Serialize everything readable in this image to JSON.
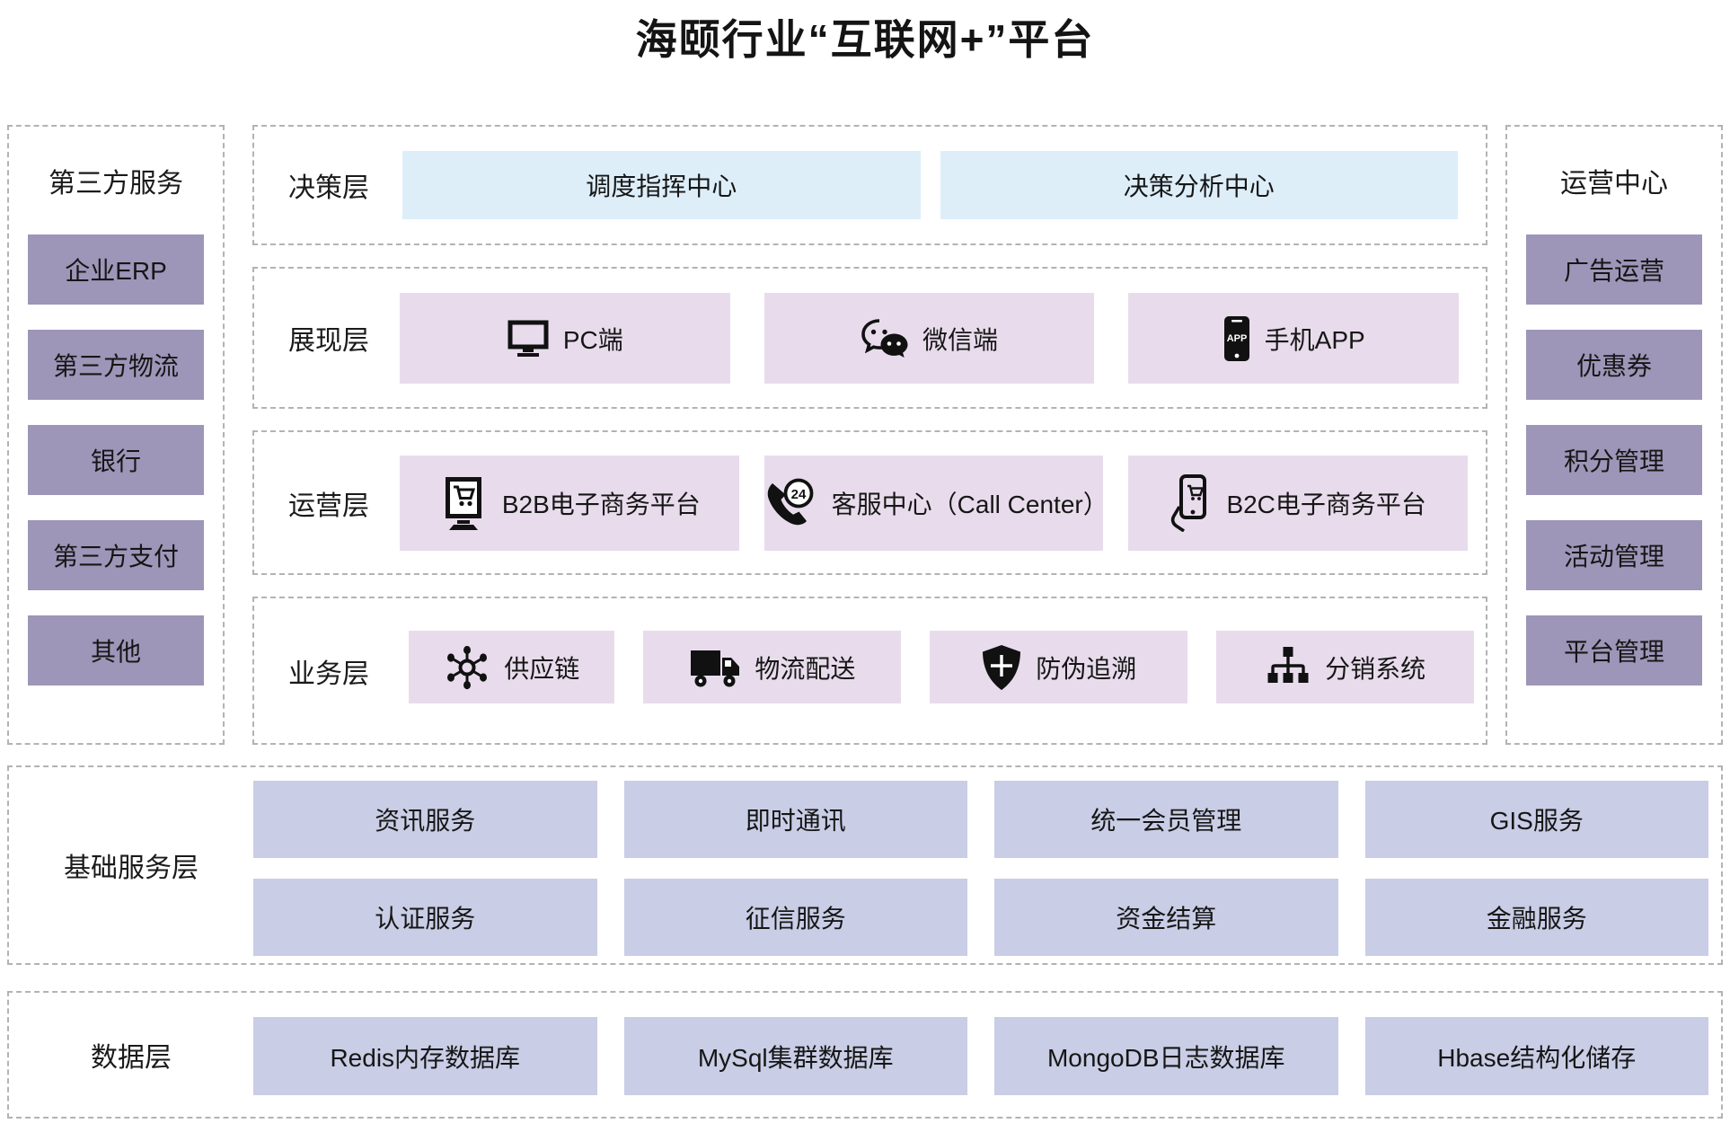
{
  "title": "海颐行业“互联网+”平台",
  "left_panel": {
    "header": "第三方服务",
    "items": [
      {
        "label": "企业ERP"
      },
      {
        "label": "第三方物流"
      },
      {
        "label": "银行"
      },
      {
        "label": "第三方支付"
      },
      {
        "label": "其他"
      }
    ]
  },
  "right_panel": {
    "header": "运营中心",
    "items": [
      {
        "label": "广告运营"
      },
      {
        "label": "优惠券"
      },
      {
        "label": "积分管理"
      },
      {
        "label": "活动管理"
      },
      {
        "label": "平台管理"
      }
    ]
  },
  "layers": [
    {
      "name": "决策层",
      "items": [
        {
          "label": "调度指挥中心"
        },
        {
          "label": "决策分析中心"
        }
      ]
    },
    {
      "name": "展现层",
      "items": [
        {
          "label": "PC端",
          "icon": "monitor-icon"
        },
        {
          "label": "微信端",
          "icon": "wechat-icon"
        },
        {
          "label": "手机APP",
          "icon": "phone-app-icon",
          "icon_text": "APP"
        }
      ]
    },
    {
      "name": "运营层",
      "items": [
        {
          "label": "B2B电子商务平台",
          "icon": "b2b-shop-icon"
        },
        {
          "label": "客服中心（Call Center）",
          "icon": "callcenter-24-icon",
          "badge": "24"
        },
        {
          "label": "B2C电子商务平台",
          "icon": "b2c-phone-icon"
        }
      ]
    },
    {
      "name": "业务层",
      "items": [
        {
          "label": "供应链",
          "icon": "supply-chain-icon"
        },
        {
          "label": "物流配送",
          "icon": "truck-icon"
        },
        {
          "label": "防伪追溯",
          "icon": "shield-icon"
        },
        {
          "label": "分销系统",
          "icon": "distribution-icon"
        }
      ]
    }
  ],
  "base_services": {
    "header": "基础服务层",
    "rows": [
      [
        "资讯服务",
        "即时通讯",
        "统一会员管理",
        "GIS服务"
      ],
      [
        "认证服务",
        "征信服务",
        "资金结算",
        "金融服务"
      ]
    ]
  },
  "data_layer": {
    "header": "数据层",
    "items": [
      "Redis内存数据库",
      "MySql集群数据库",
      "MongoDB日志数据库",
      "Hbase结构化储存"
    ]
  },
  "colors": {
    "side_box": "#9d96b8",
    "decision_box": "#ddeef9",
    "center_box": "#e8dcec",
    "service_box": "#c9cde5",
    "dashed_border": "#b3b3b3",
    "text": "#161616"
  }
}
